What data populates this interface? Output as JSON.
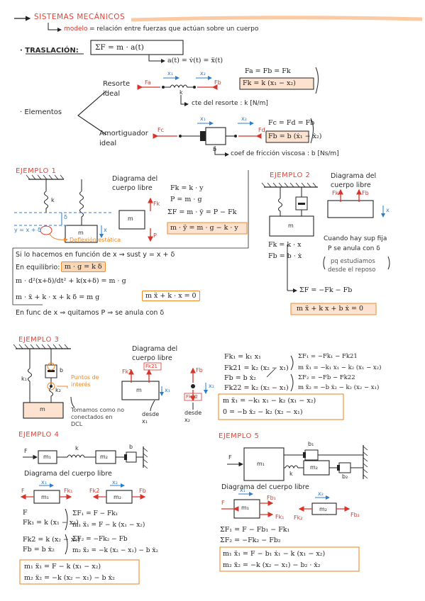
{
  "header": {
    "title": "SISTEMAS MECÁNICOS",
    "modelo_label": "modelo",
    "modelo_text": "= relación entre fuerzas que actúan sobre un cuerpo"
  },
  "traslacion": {
    "label": "· TRASLACIÓN:",
    "eq_main": "ΣF = m · a(t)",
    "eq_sub": "a(t) = v̇(t) = ẍ(t)"
  },
  "elementos": {
    "label": "· Elementos",
    "resorte_label": "Resorte ideal",
    "resorte_eq1": "Fa = Fb = Fk",
    "resorte_eq2": "Fk = k (x₁ − x₂)",
    "resorte_const": "cte del resorte : k [N/m]",
    "amort_label": "Amortiguador ideal",
    "amort_eq1": "Fc = Fd = Fb",
    "amort_eq2": "Fb = b (ẋ₁ − ẋ₂)",
    "amort_const": "coef de fricción viscosa : b [Ns/m]",
    "labels": {
      "fa": "Fa",
      "fb": "Fb",
      "fc": "Fc",
      "fd": "Fd",
      "x1": "x₁",
      "x2": "x₂",
      "k": "k",
      "b": "b"
    }
  },
  "ej1": {
    "title": "EJEMPLO 1",
    "diag_title": "Diagrama del cuerpo libre",
    "k": "k",
    "m": "m",
    "x": "x",
    "fk": "Fk",
    "p": "P",
    "delta": "δ",
    "y_label": "y = x + δ",
    "deflexion": "Deflexión estática",
    "eqs": [
      "Fk = k · y",
      "P = m · g",
      "ΣF = m · ÿ = P − Fk"
    ],
    "eq_box": "m · ÿ = m · g − k · y",
    "l1": "Si lo hacemos en función de x ⇝ sust y = x + δ",
    "l2_label": "En equilibrio:",
    "l2_box": "m · g = k δ",
    "l3": "m · d²(x+δ)/dt² + k(x+δ) = m · g",
    "l4": "m · ẍ + k · x + k δ = m g",
    "l4_box": "m ẍ + k · x = 0",
    "l5": "En func de x ⇒ quitamos P ⇒ se anula con δ"
  },
  "ej2": {
    "title": "EJEMPLO 2",
    "diag_title": "Diagrama del cuerpo libre",
    "m": "m",
    "fk": "Fk",
    "fb": "Fb",
    "x": "x",
    "eq1": "Fk = k · x",
    "eq2": "Fb = b · ẋ",
    "note1": "Cuando hay sup fija",
    "note2": "P se anula con δ",
    "note3": "pq estudiamos",
    "note4": "desde el reposo",
    "eq_sum": "ΣF = −Fk − Fb",
    "eq_box": "m ẍ + k x + b ẋ = 0"
  },
  "ej3": {
    "title": "EJEMPLO 3",
    "diag_title": "Diagrama del cuerpo libre",
    "k1": "k₁",
    "k2": "k₂",
    "b": "b",
    "m": "m",
    "puntos": "Puntos de interés",
    "tomamos": "Tomamos como no conectados en DCL",
    "desde1": "desde x₁",
    "desde2": "desde x₂",
    "fb": "Fb",
    "fk21": "Fk21",
    "fk22": "Fk22",
    "fk1": "Fk1",
    "x1": "x₁",
    "x2": "x₂",
    "eqs_left": [
      "Fk₁ = k₁ x₁",
      "Fk21 = k₂ (x₂ − x₁)",
      "Fb = b ẋ₂",
      "Fk22 = k₂ (x₂ − x₁)"
    ],
    "eqs_right": [
      "ΣF₁ = −Fk₁ − Fk21",
      "m ẍ₁ = −k₁ x₁ − k₂ (x₁ − x₂)",
      "ΣF₂ = −Fb − Fk22",
      "m ẍ₂ = −b ẋ₂ − k₂ (x₂ − x₁)"
    ],
    "box1": "m ẍ₁ = −k₁ x₁ − k₂ (x₁ − x₂)",
    "box2": "0 = −b ẋ₂ − k₂ (x₂ − x₁)"
  },
  "ej4": {
    "title": "EJEMPLO 4",
    "diag_title": "Diagrama del cuerpo libre",
    "f": "F",
    "m1": "m₁",
    "m2": "m₂",
    "k": "k",
    "b": "b",
    "fk1": "Fk₁",
    "fk2": "Fk2",
    "fb": "Fb",
    "x1": "x₁",
    "x2": "x₂",
    "eqs_left": [
      "F",
      "Fk₁ = k (x₁ − x₂)",
      "Fk2 = k (x₂ − x₁)",
      "Fb = b ẋ₂"
    ],
    "eqs_right": [
      "ΣF₁ = F − Fk₁",
      "m₁ ẍ₁ = F − k (x₁ − x₂)",
      "ΣF₂ = −Fk₂ − Fb",
      "m₂ ẍ₂ = −k (x₂ − x₁) − b ẋ₂"
    ],
    "box1": "m₁ ẍ₁ = F − k (x₁ − x₂)",
    "box2": "m₂ ẍ₂ = −k (x₂ − x₁) − b ẋ₂"
  },
  "ej5": {
    "title": "EJEMPLO 5",
    "diag_title": "Diagrama del cuerpo libre",
    "f": "F",
    "m1": "m₁",
    "m2": "m₂",
    "k": "k",
    "b1": "b₁",
    "b2": "b₂",
    "fb1": "Fb₁",
    "fk1": "Fk₁",
    "fk2": "Fk₂",
    "fb1b": "Fb₁",
    "fb2": "Fb₂",
    "x1": "x₁",
    "x2": "x₂",
    "eq1": "ΣF₁ = F − Fb₁ − Fk₁",
    "eq2": "ΣF₂ = −Fk₂ − Fb₂",
    "box1": "m₁ ẍ₁ = F − b₁ ẋ₁ − k (x₁ − x₂)",
    "box2": "m₂ ẍ₂ = −k (x₂ − x₁) − b₂ · ẋ₂"
  },
  "colors": {
    "red": "#d8342a",
    "orange": "#ee8a2c",
    "blue": "#2d7ec9",
    "highlight": "#fbd6b5"
  }
}
